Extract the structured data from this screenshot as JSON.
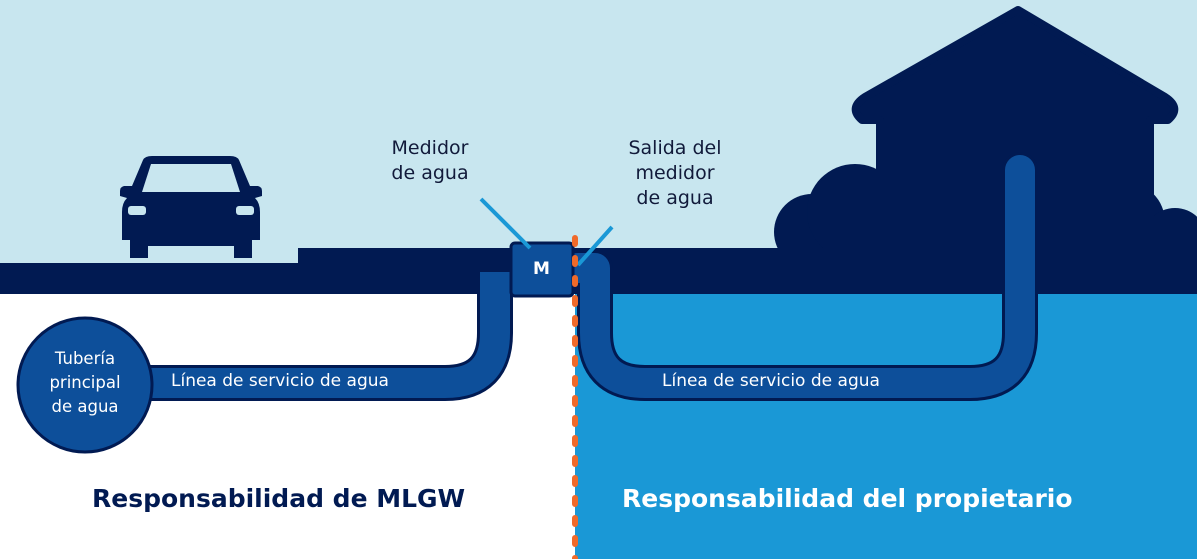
{
  "labels": {
    "meter": "Medidor\nde agua",
    "meter_outlet": "Salida del\nmedidor\nde agua",
    "meter_symbol": "M",
    "water_main": "Tubería\nprincipal\nde agua",
    "service_line_left": "Línea de servicio de agua",
    "service_line_right": "Línea de servicio de agua",
    "responsibility_utility": "Responsabilidad de MLGW",
    "responsibility_owner": "Responsabilidad del propietario"
  },
  "colors": {
    "sky": "#c8e6ef",
    "ground": "#011a52",
    "owner_zone": "#1a98d6",
    "pipe": "#0d4f9a",
    "boundary": "#f06a2a",
    "label_text": "#111a3a",
    "utility_text": "#011a52",
    "owner_text": "#ffffff"
  },
  "icons": [
    "car-icon",
    "house-icon",
    "bush-icon",
    "water-meter-icon",
    "water-main-icon"
  ]
}
